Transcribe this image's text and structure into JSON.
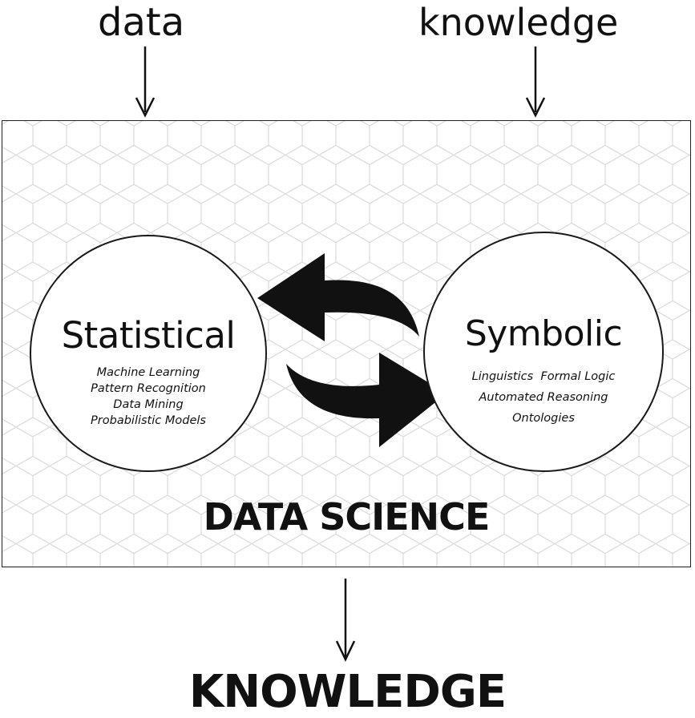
{
  "inputs": {
    "left": "data",
    "right": "knowledge"
  },
  "statistical": {
    "title": "Statistical",
    "items": [
      "Machine Learning",
      "Pattern Recognition",
      "Data Mining",
      "Probabilistic Models"
    ]
  },
  "symbolic": {
    "title": "Symbolic",
    "line1_a": "Linguistics",
    "line1_b": "Formal Logic",
    "line2": "Automated Reasoning",
    "line3": "Ontologies"
  },
  "main_label": "DATA SCIENCE",
  "output_label": "KNOWLEDGE",
  "colors": {
    "ink": "#111111",
    "hex_line": "#d9d9d9",
    "background": "#ffffff"
  },
  "icons": {
    "down_arrows": "down-arrow-icon",
    "exchange": "exchange-arrows-icon"
  }
}
